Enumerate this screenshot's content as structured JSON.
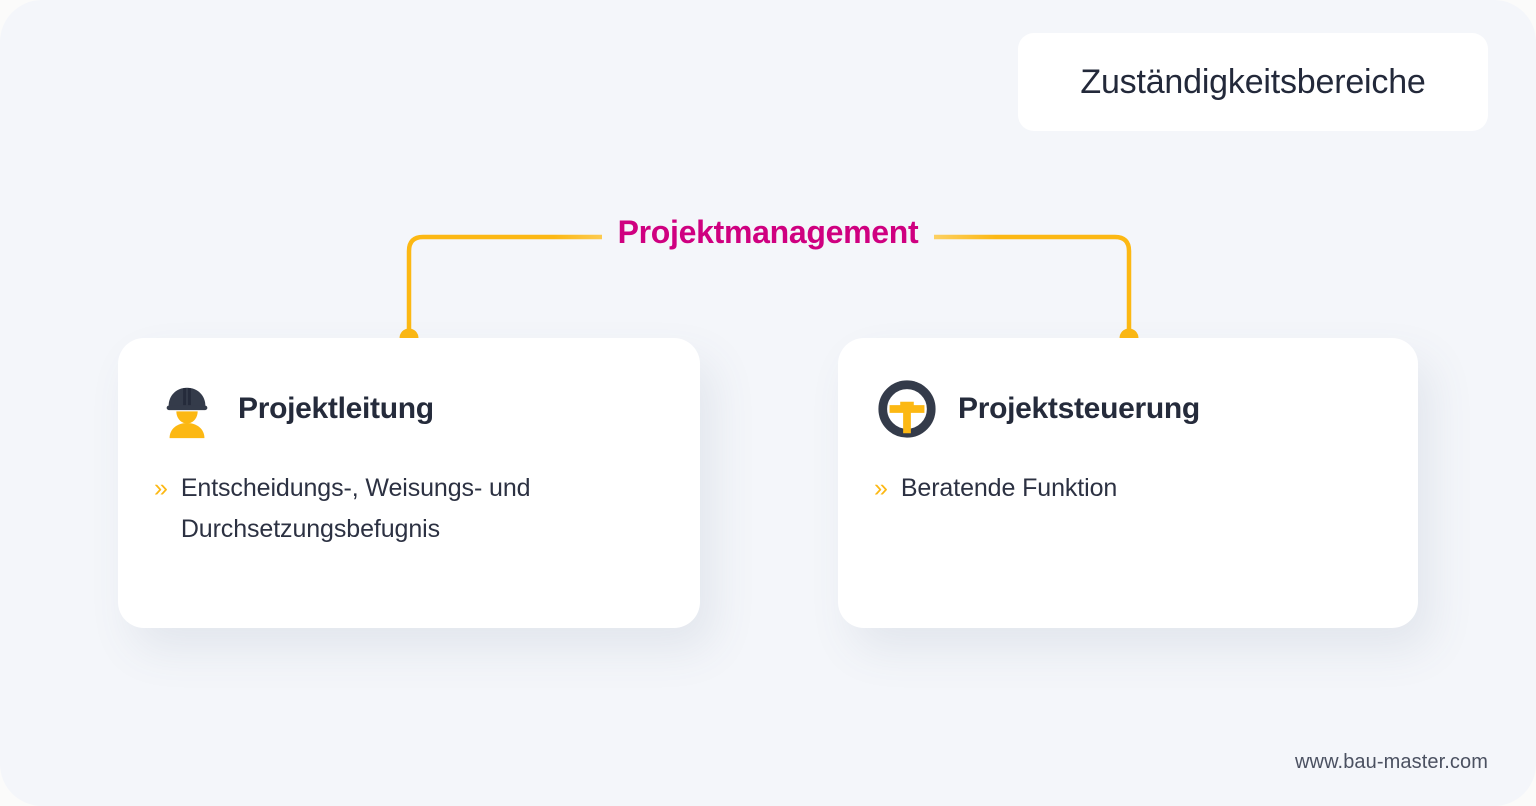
{
  "page": {
    "background_color": "#f4f6fa",
    "accent_yellow": "#fcb813",
    "accent_magenta": "#cf0080",
    "text_dark": "#252b3b"
  },
  "title_badge": {
    "text": "Zuständigkeitsbereiche"
  },
  "parent_node": {
    "label": "Projektmanagement"
  },
  "cards": [
    {
      "icon": "construction-worker-icon",
      "title": "Projektleitung",
      "bullets": [
        {
          "marker": "»",
          "text": "Entscheidungs-, Weisungs- und Durchsetzungsbefugnis"
        }
      ]
    },
    {
      "icon": "steering-wheel-icon",
      "title": "Projektsteuerung",
      "bullets": [
        {
          "marker": "»",
          "text": "Beratende Funktion"
        }
      ]
    }
  ],
  "footer": {
    "url": "www.bau-master.com"
  }
}
